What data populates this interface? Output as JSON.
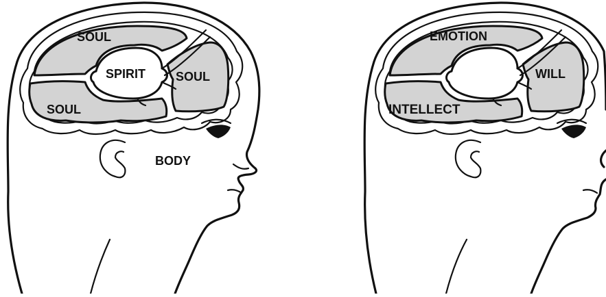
{
  "left_head": {
    "labels": {
      "soul_top": "SOUL",
      "spirit": "SPIRIT",
      "soul_right": "SOUL",
      "soul_bottom": "SOUL",
      "body": "BODY"
    }
  },
  "right_head": {
    "labels": {
      "emotion": "EMOTION",
      "will": "WILL",
      "intellect": "INTELLECT"
    }
  },
  "colors": {
    "lobe_fill": "#d3d3d3",
    "line": "#111111",
    "background": "#ffffff"
  }
}
